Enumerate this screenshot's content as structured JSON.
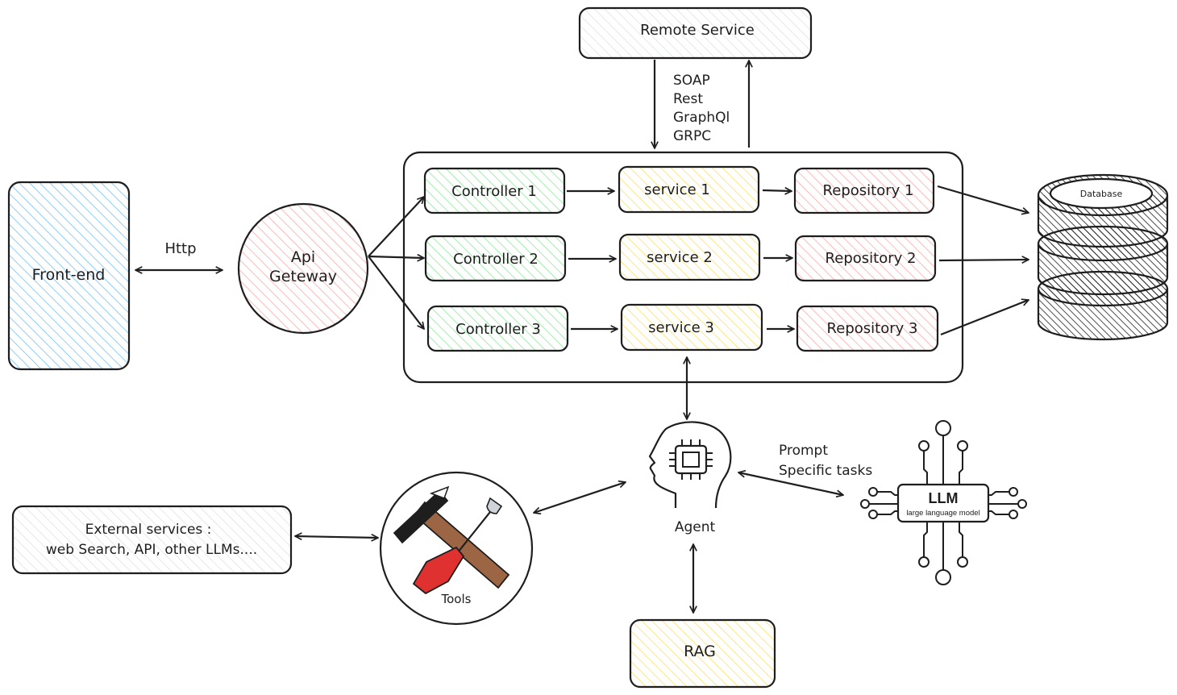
{
  "colors": {
    "frontend": "#a5d8ff",
    "gateway": "#ffc9c9",
    "controller": "#b2f2bb",
    "service": "#ffec99",
    "repository": "#ffc9c9",
    "neutral": "#e9ecef",
    "rag": "#ffec99",
    "stroke": "#1e1e1e"
  },
  "frontend": {
    "label": "Front-end"
  },
  "http_label": "Http",
  "gateway": {
    "line1": "Api",
    "line2": "Geteway"
  },
  "remote_service": {
    "label": "Remote Service"
  },
  "protocols": [
    "SOAP",
    "Rest",
    "GraphQl",
    "GRPC"
  ],
  "controllers": [
    "Controller 1",
    "Controller 2",
    "Controller 3"
  ],
  "services": [
    "service 1",
    "service 2",
    "service 3"
  ],
  "repositories": [
    "Repository 1",
    "Repository 2",
    "Repository 3"
  ],
  "database": {
    "label": "Database"
  },
  "agent": {
    "label": "Agent",
    "icon": "agent-head-chip-icon"
  },
  "prompt": {
    "line1": "Prompt",
    "line2": "Specific tasks"
  },
  "llm": {
    "title": "LLM",
    "subtitle": "large language model",
    "icon": "llm-circuit-icon"
  },
  "tools": {
    "label": "Tools",
    "icon": "hammer-screwdriver-icon"
  },
  "external": {
    "line1": "External services :",
    "line2": "web Search, API, other LLMs...."
  },
  "rag": {
    "label": "RAG"
  }
}
